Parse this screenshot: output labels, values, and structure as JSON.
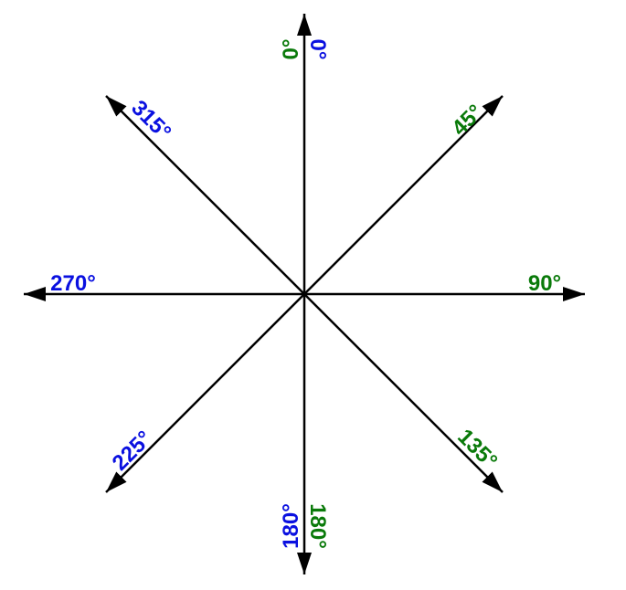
{
  "colors": {
    "line": "#000000",
    "green": "#0a7a0a",
    "blue": "#0a10e0"
  },
  "labels": {
    "n_green": "0°",
    "n_blue": "0°",
    "ne": "45°",
    "e": "90°",
    "se": "135°",
    "s_blue": "180°",
    "s_green": "180°",
    "sw": "225°",
    "w": "270°",
    "nw": "315°"
  }
}
